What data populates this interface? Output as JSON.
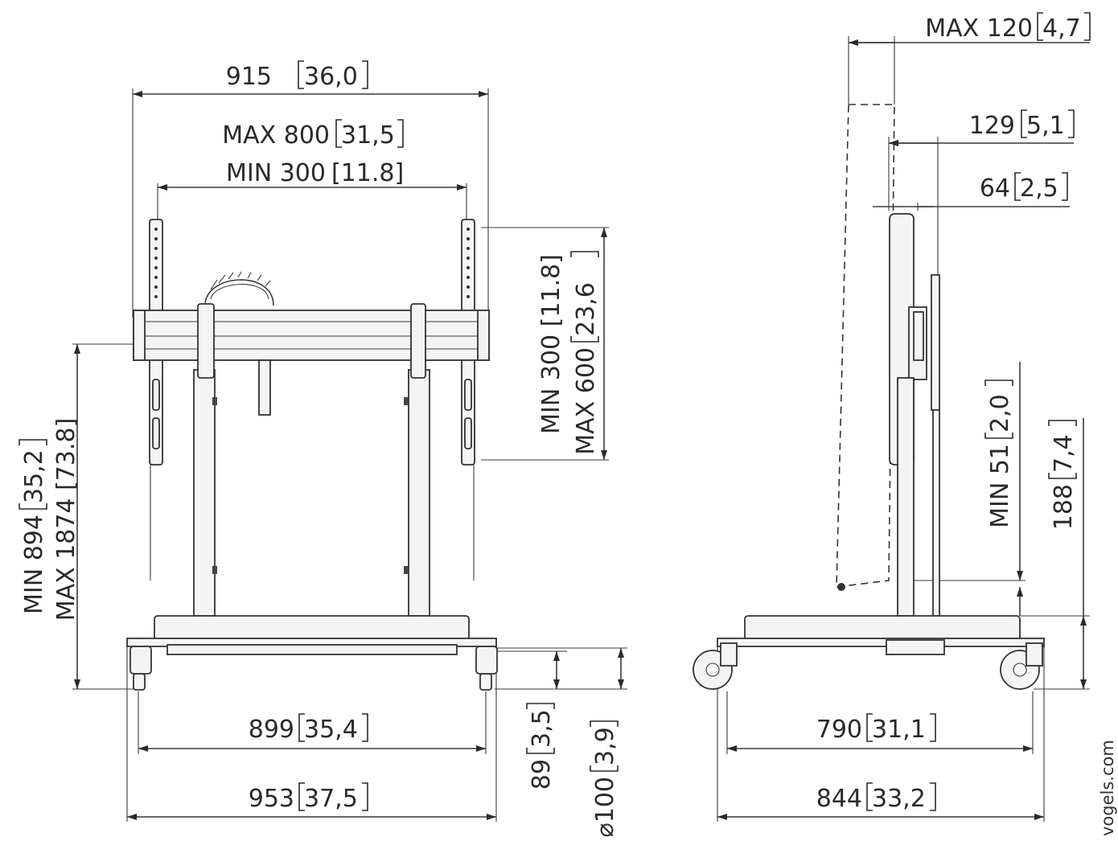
{
  "front_view": {
    "overall_width": {
      "mm": "915",
      "in": "36,0"
    },
    "max_interface": {
      "mm": "MAX 800",
      "in": "31,5"
    },
    "min_interface": {
      "mm": "MIN 300",
      "in": "[11.8]"
    },
    "vertical_interface_min": "MIN 300 [11.8]",
    "vertical_interface_max": {
      "mm": "MAX 600",
      "in": "23,6"
    },
    "height_min": {
      "mm": "MIN 894",
      "in": "35,2"
    },
    "height_max": "MAX 1874 [73.8]",
    "base_inner_width": {
      "mm": "899",
      "in": "35,4"
    },
    "base_outer_width": {
      "mm": "953",
      "in": "37,5"
    },
    "base_height": {
      "mm": "89",
      "in": "3,5"
    },
    "wheel_diameter": {
      "mm": "100",
      "in": "3,9"
    }
  },
  "side_view": {
    "max_tilt_offset": {
      "mm": "MAX 120",
      "in": "4,7"
    },
    "depth_mount": {
      "mm": "129",
      "in": "5,1"
    },
    "depth_column": {
      "mm": "64",
      "in": "2,5"
    },
    "min_clearance": {
      "mm": "MIN 51",
      "in": "2,0"
    },
    "wheel_height": {
      "mm": "188",
      "in": "7,4"
    },
    "base_inner_depth": {
      "mm": "790",
      "in": "31,1"
    },
    "base_outer_depth": {
      "mm": "844",
      "in": "33,2"
    }
  },
  "brand_url": "vogels.com"
}
